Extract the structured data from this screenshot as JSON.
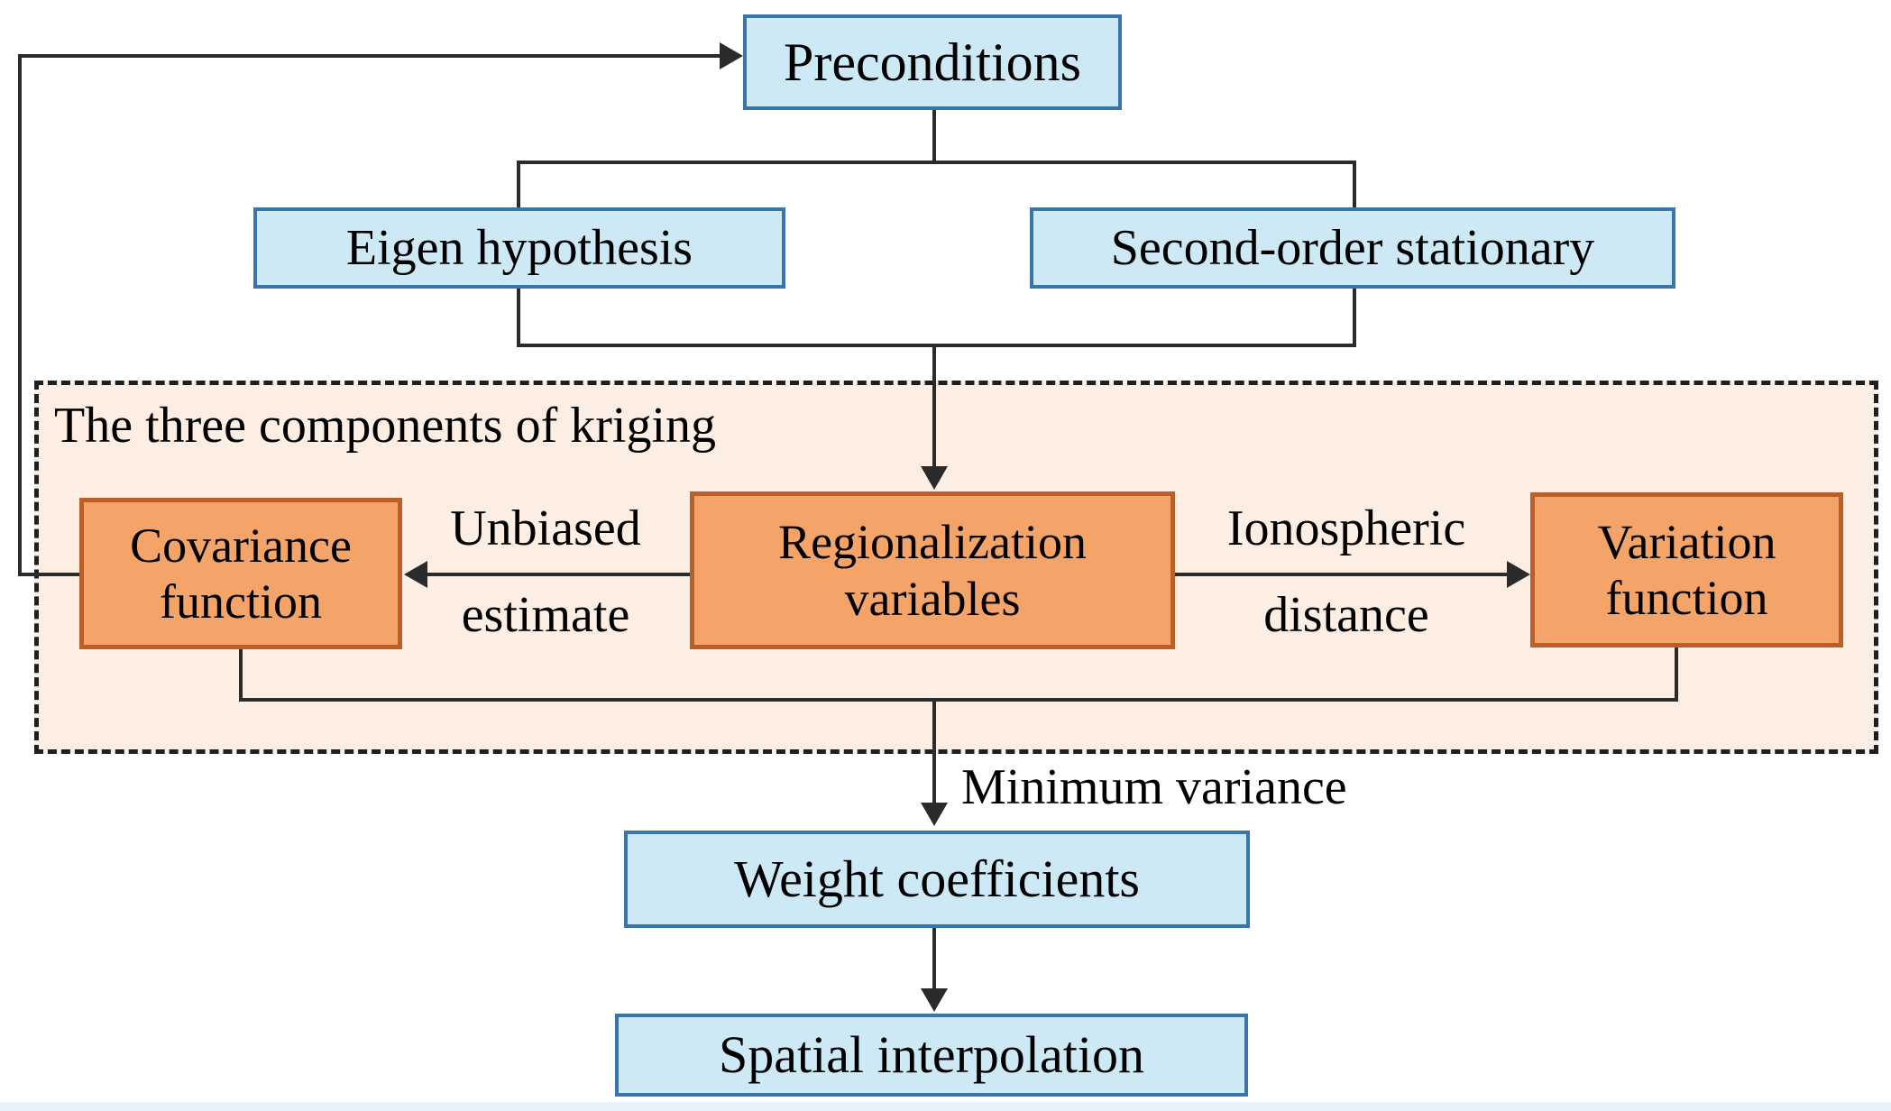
{
  "diagram": {
    "title": "The three components of kriging",
    "nodes": {
      "preconditions": {
        "label": "Preconditions"
      },
      "eigen_hypothesis": {
        "label": "Eigen hypothesis"
      },
      "second_order_stationary": {
        "label": "Second-order stationary"
      },
      "covariance_function": {
        "line1": "Covariance",
        "line2": "function"
      },
      "regionalization_variables": {
        "line1": "Regionalization",
        "line2": "variables"
      },
      "variation_function": {
        "line1": "Variation",
        "line2": "function"
      },
      "weight_coefficients": {
        "label": "Weight coefficients"
      },
      "spatial_interpolation": {
        "label": "Spatial interpolation"
      }
    },
    "edge_labels": {
      "unbiased_estimate": {
        "line1": "Unbiased",
        "line2": "estimate"
      },
      "ionospheric_distance": {
        "line1": "Ionospheric",
        "line2": "distance"
      },
      "minimum_variance": {
        "label": "Minimum variance"
      }
    }
  },
  "colors": {
    "blue_fill": "#cde9f6",
    "blue_border": "#3b74ab",
    "orange_fill": "#f5a469",
    "orange_border": "#bc5e27",
    "peach_fill": "#fdeee3",
    "line": "#2b2b2b",
    "text": "#000000"
  }
}
